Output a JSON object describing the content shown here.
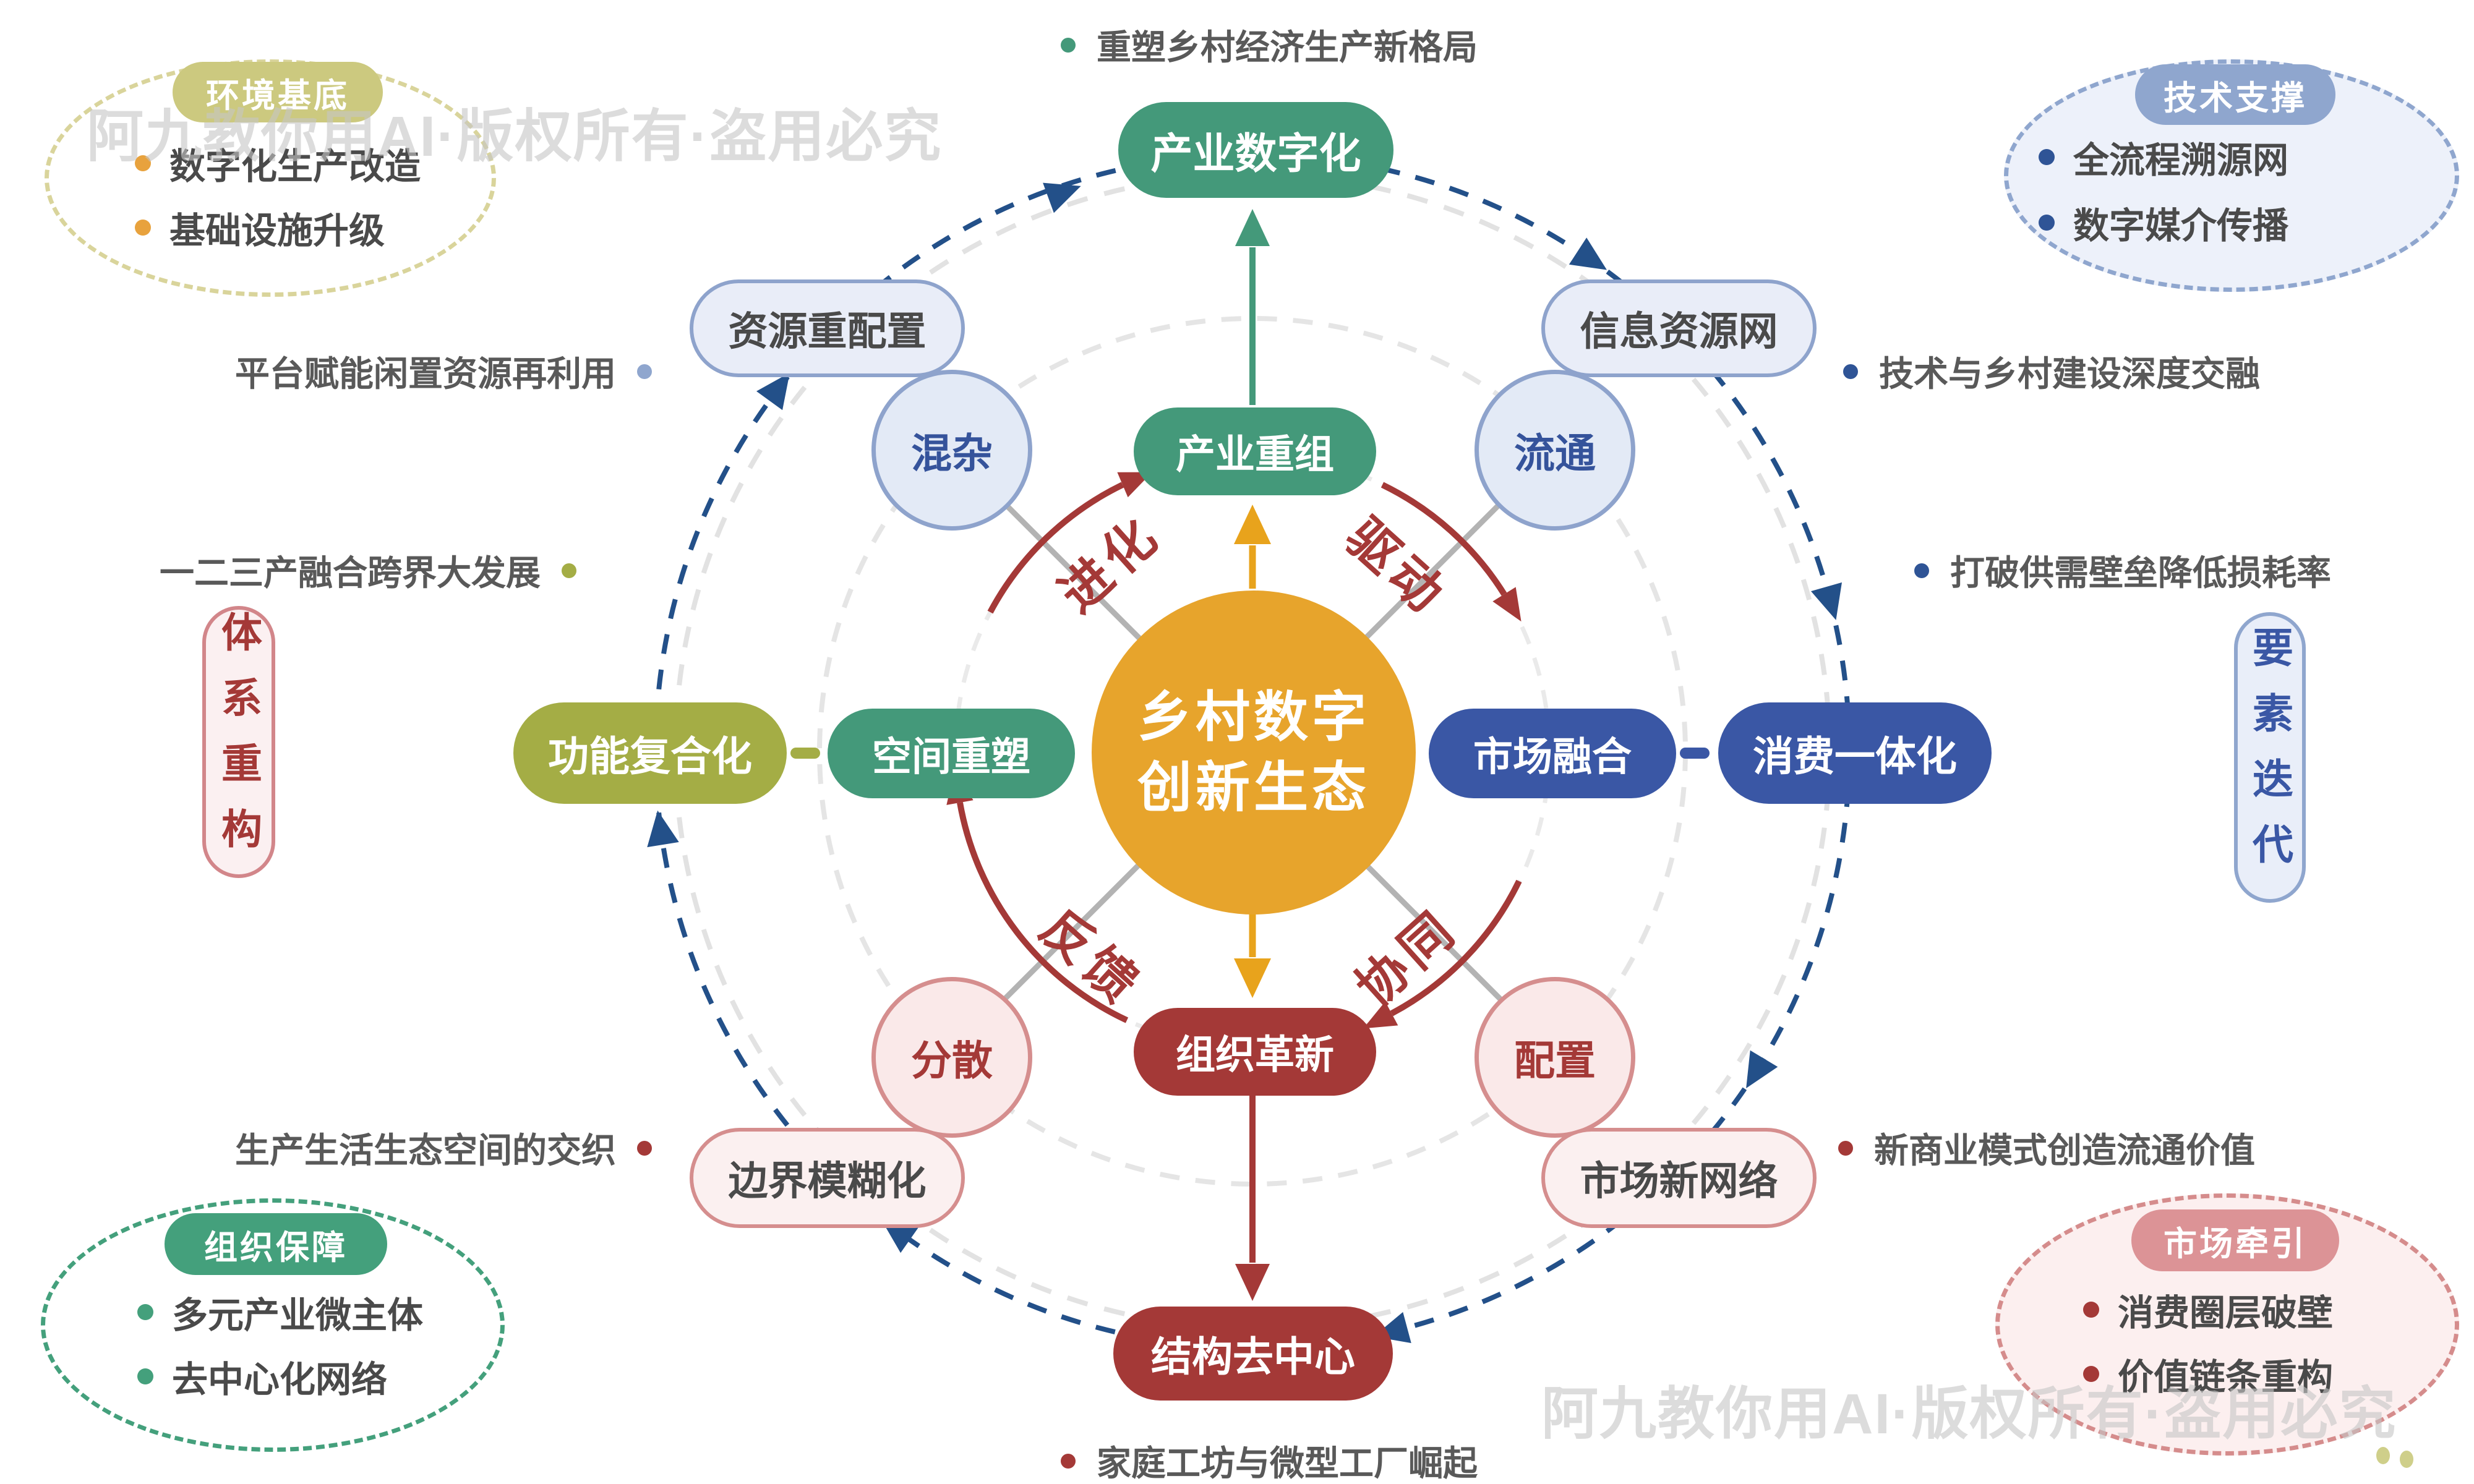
{
  "title": "乡村数字创新生态",
  "watermark": "阿九教你用AI·版权所有·盗用必究",
  "center": {
    "line1": "乡村数字",
    "line2": "创新生态"
  },
  "inner": {
    "top": "产业重组",
    "left": "空间重塑",
    "right": "市场融合",
    "bottom": "组织革新"
  },
  "mid": {
    "left": "功能复合化",
    "right": "消费一体化"
  },
  "outer": {
    "top": "产业数字化",
    "top_left": "资源重配置",
    "top_right": "信息资源网",
    "bottom_left": "边界模糊化",
    "bottom_right": "市场新网络",
    "bottom": "结构去中心"
  },
  "satellites": {
    "top_left": "混杂",
    "top_right": "流通",
    "bottom_left": "分散",
    "bottom_right": "配置"
  },
  "flows": {
    "top_left": "进化",
    "top_right": "驱动",
    "bottom_left": "反馈",
    "bottom_right": "协同"
  },
  "pills": {
    "left": "体系重构",
    "right": "要素迭代"
  },
  "annotations": {
    "industry": "重塑乡村经济生产新格局",
    "platform": "平台赋能闲置资源再利用",
    "tech_fusion": "技术与乡村建设深度交融",
    "integration": "一二三产融合跨界大发展",
    "supply": "打破供需壁垒降低损耗率",
    "space": "生产生活生态空间的交织",
    "business": "新商业模式创造流通价值",
    "workshop": "家庭工坊与微型工厂崛起"
  },
  "callouts": {
    "env": {
      "badge": "环境基底",
      "items": [
        "数字化生产改造",
        "基础设施升级"
      ]
    },
    "tech": {
      "badge": "技术支撑",
      "items": [
        "全流程溯源网",
        "数字媒介传播"
      ]
    },
    "org": {
      "badge": "组织保障",
      "items": [
        "多元产业微主体",
        "去中心化网络"
      ]
    },
    "market": {
      "badge": "市场牵引",
      "items": [
        "消费圈层破壁",
        "价值链条重构"
      ]
    }
  },
  "colors": {
    "green": "#44997A",
    "olive": "#A4AD45",
    "blue": "#3A57A5",
    "dark_red": "#A43937",
    "amber_center": "#E7A42C",
    "orange_arrow": "#E8A31C",
    "navy_ring": "#235089",
    "periwinkle": "#8EA3CC",
    "rose": "#D58E8E",
    "khaki": "#CCC97F",
    "gray_arrow": "#B3B3B3",
    "text_gray": "#595959"
  }
}
